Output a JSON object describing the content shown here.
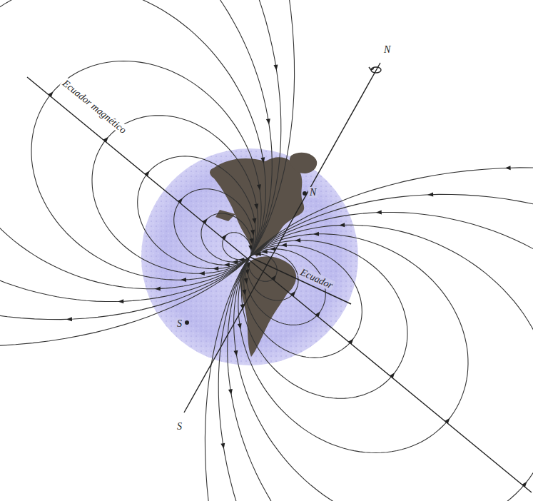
{
  "diagram": {
    "labels": [
      "N",
      "S",
      "Ecuador magnético",
      "Ecuador",
      "N",
      "S"
    ]
  }
}
